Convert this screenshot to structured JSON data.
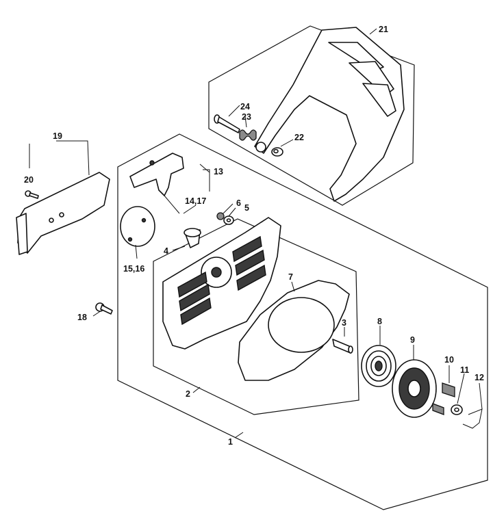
{
  "callouts": {
    "c1": "1",
    "c2": "2",
    "c3": "3",
    "c4": "4",
    "c5": "5",
    "c6": "6",
    "c7": "7",
    "c8": "8",
    "c9": "9",
    "c10": "10",
    "c11": "11",
    "c12": "12",
    "c13": "13",
    "c14_17": "14,17",
    "c15_16": "15,16",
    "c18": "18",
    "c19": "19",
    "c20": "20",
    "c21": "21",
    "c22": "22",
    "c23": "23",
    "c24": "24"
  }
}
